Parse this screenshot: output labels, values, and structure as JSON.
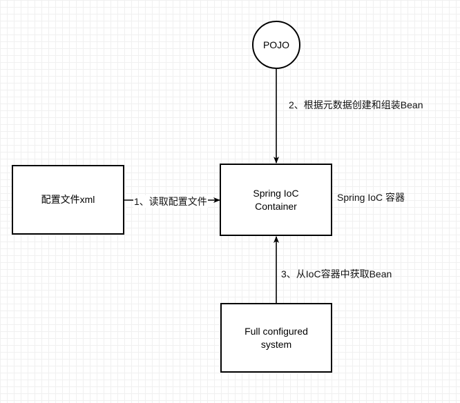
{
  "nodes": {
    "pojo": "POJO",
    "config_file": "配置文件xml",
    "container_line1": "Spring IoC",
    "container_line2": "Container",
    "system_line1": "Full configured",
    "system_line2": "system"
  },
  "edges": {
    "step1": "1、读取配置文件",
    "step2": "2、根据元数据创建和组装Bean",
    "step3": "3、从IoC容器中获取Bean"
  },
  "annotations": {
    "container_label": "Spring IoC 容器"
  }
}
